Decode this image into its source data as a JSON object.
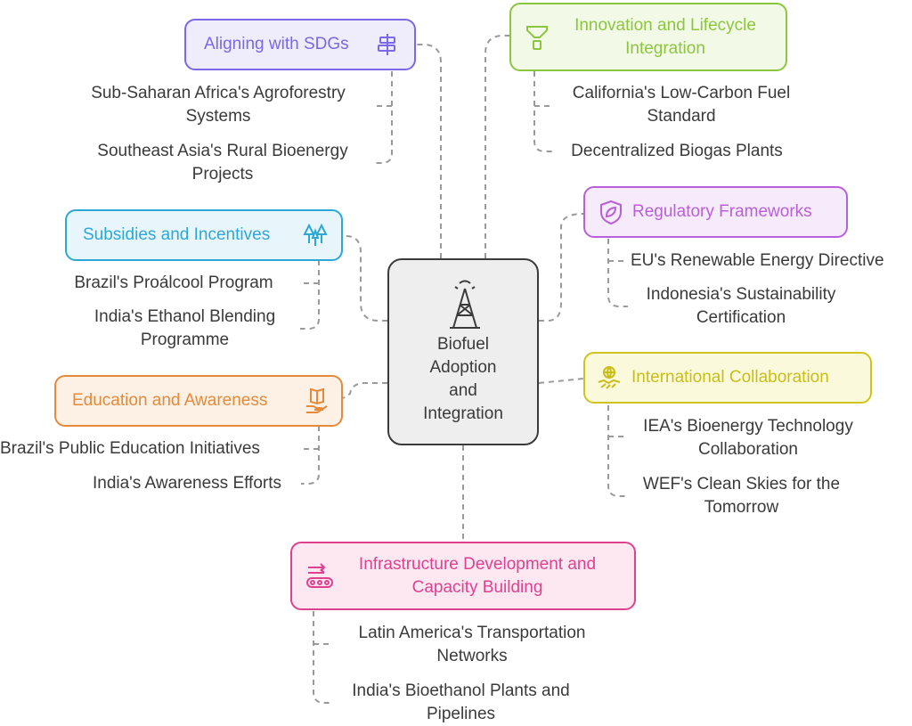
{
  "center": {
    "lines": [
      "Biofuel",
      "Adoption",
      "and",
      "Integration"
    ],
    "icon": "oil-derrick-icon"
  },
  "branches": {
    "sdgs": {
      "title": "Aligning with SDGs",
      "icon": "signpost-icon",
      "color": "#7a68e6",
      "fill": "#efedfc",
      "items": [
        [
          "Sub-Saharan Africa's Agroforestry",
          "Systems"
        ],
        [
          "Southeast Asia's Rural Bioenergy",
          "Projects"
        ]
      ]
    },
    "innovation": {
      "title_lines": [
        "Innovation and Lifecycle",
        "Integration"
      ],
      "icon": "funnel-icon",
      "color": "#8cc63f",
      "fill": "#f2f9e6",
      "items": [
        [
          "California's Low-Carbon Fuel",
          "Standard"
        ],
        [
          "Decentralized Biogas Plants"
        ]
      ]
    },
    "subsidies": {
      "title": "Subsidies and Incentives",
      "icon": "trees-icon",
      "color": "#2ba8d8",
      "fill": "#e8f6fc",
      "items": [
        [
          "Brazil's Proálcool Program"
        ],
        [
          "India's Ethanol Blending",
          "Programme"
        ]
      ]
    },
    "regulatory": {
      "title": "Regulatory Frameworks",
      "icon": "shield-leaf-icon",
      "color": "#b95fd9",
      "fill": "#f6ebfb",
      "items": [
        [
          "EU's Renewable Energy Directive"
        ],
        [
          "Indonesia's Sustainability",
          "Certification"
        ]
      ]
    },
    "education": {
      "title": "Education and Awareness",
      "icon": "book-hand-icon",
      "color": "#e58a3a",
      "fill": "#fdf0e4",
      "items": [
        [
          "Brazil's Public Education Initiatives"
        ],
        [
          "India's Awareness Efforts"
        ]
      ]
    },
    "international": {
      "title": "International Collaboration",
      "icon": "handshake-globe-icon",
      "color": "#cfc31c",
      "fill": "#fbf9dc",
      "items": [
        [
          "IEA's Bioenergy Technology",
          "Collaboration"
        ],
        [
          "WEF's Clean Skies for the",
          "Tomorrow"
        ]
      ]
    },
    "infrastructure": {
      "title_lines": [
        "Infrastructure Development and",
        "Capacity Building"
      ],
      "icon": "conveyor-icon",
      "color": "#e0418f",
      "fill": "#fde8f2",
      "items": [
        [
          "Latin America's Transportation",
          "Networks"
        ],
        [
          "India's Bioethanol Plants and",
          "Pipelines"
        ]
      ]
    }
  }
}
